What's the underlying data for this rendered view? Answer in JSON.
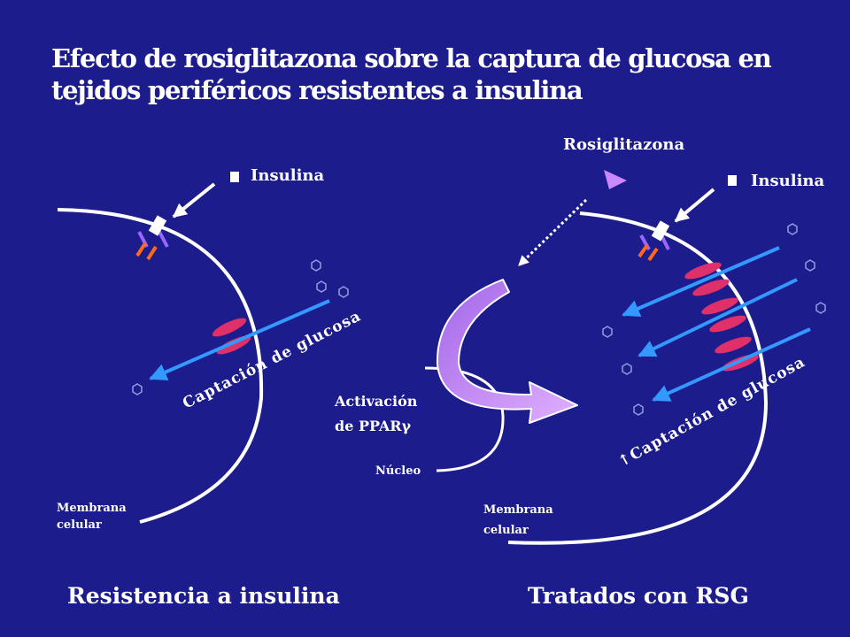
{
  "title": {
    "line1": "Efecto de rosiglitazona sobre la captura de glucosa en",
    "line2": "tejidos periféricos resistentes a insulina"
  },
  "left_panel": {
    "insulin_label": "Insulina",
    "uptake_label": "Captación de glucosa",
    "membrane_label_1": "Membrana",
    "membrane_label_2": "celular",
    "caption": "Resistencia a insulina"
  },
  "right_panel": {
    "drug_label": "Rosiglitazona",
    "insulin_label": "Insulina",
    "activation_label_1": "Activación",
    "activation_label_2": "de PPARγ",
    "nucleus_label": "Núcleo",
    "uptake_label": "↑Captación de glucosa",
    "membrane_label_1": "Membrana",
    "membrane_label_2": "celular",
    "caption": "Tratados con RSG"
  },
  "colors": {
    "background": "#1c1c8c",
    "membrane": "#ffffff",
    "transporter_arrow": "#3399ff",
    "transporter": "#e0306a",
    "receptor_orange": "#ff6a1a",
    "receptor_purple": "#9966ff",
    "rosiglitazone": "#cc88ff",
    "glucose": "#9999dd"
  }
}
